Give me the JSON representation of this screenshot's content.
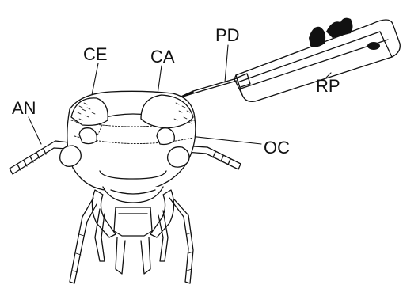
{
  "labels": {
    "an": "AN",
    "ce": "CE",
    "ca": "CA",
    "pd": "PD",
    "rp": "RP",
    "oc": "OC"
  },
  "colors": {
    "line": "#111111",
    "background": "#ffffff",
    "fill_dark": "#111111"
  }
}
